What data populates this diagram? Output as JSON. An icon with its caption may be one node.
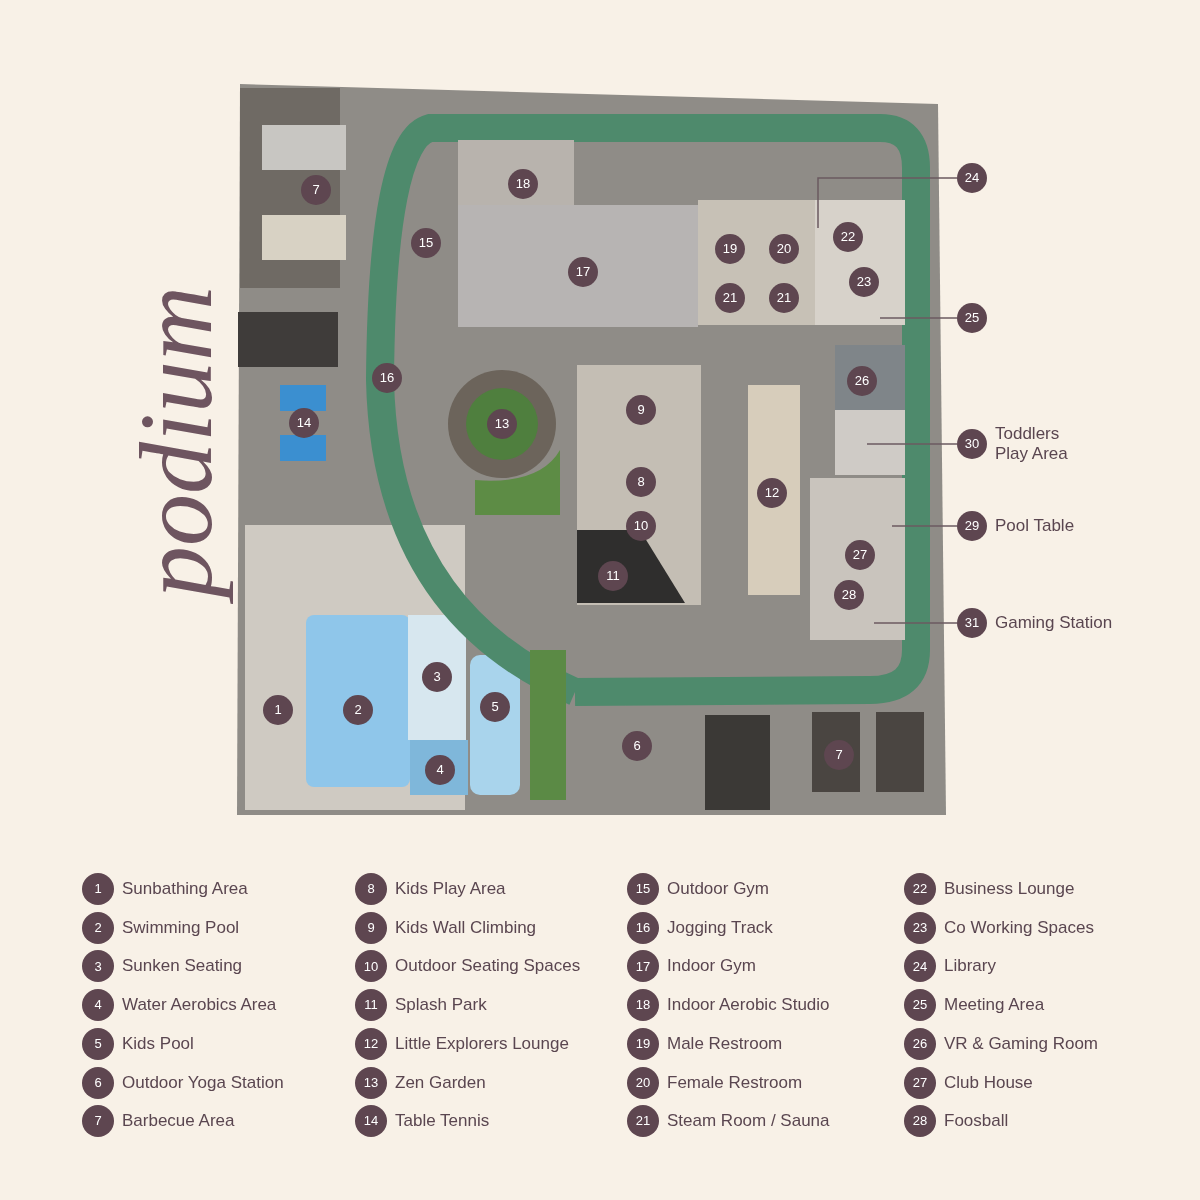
{
  "diagram": {
    "title": "podium",
    "nodes": [
      {
        "text": [
          "7"
        ]
      },
      {
        "text": [
          "18"
        ]
      },
      {
        "text": [
          "15"
        ]
      },
      {
        "text": [
          "17"
        ]
      },
      {
        "text": [
          "19"
        ]
      },
      {
        "text": [
          "20"
        ]
      },
      {
        "text": [
          "22"
        ]
      },
      {
        "text": [
          "21"
        ]
      },
      {
        "text": [
          "21"
        ]
      },
      {
        "text": [
          "23"
        ]
      },
      {
        "text": [
          "24"
        ]
      },
      {
        "text": [
          "25"
        ]
      },
      {
        "text": [
          "16"
        ]
      },
      {
        "text": [
          "26"
        ]
      },
      {
        "text": [
          "9"
        ]
      },
      {
        "text": [
          "14"
        ]
      },
      {
        "text": [
          "13"
        ]
      },
      {
        "text": [
          "30"
        ],
        "beside": [
          "Toddlers Play Area"
        ]
      },
      {
        "text": [
          "8"
        ]
      },
      {
        "text": [
          "12"
        ]
      },
      {
        "text": [
          "10"
        ]
      },
      {
        "text": [
          "29"
        ],
        "beside": [
          "Pool Table"
        ]
      },
      {
        "text": [
          "27"
        ]
      },
      {
        "text": [
          "11"
        ]
      },
      {
        "text": [
          "28"
        ]
      },
      {
        "text": [
          "31"
        ],
        "beside": [
          "Gaming Station"
        ]
      },
      {
        "text": [
          "3"
        ]
      },
      {
        "text": [
          "5"
        ]
      },
      {
        "text": [
          "1"
        ]
      },
      {
        "text": [
          "2"
        ]
      },
      {
        "text": [
          "6"
        ]
      },
      {
        "text": [
          "7"
        ]
      },
      {
        "text": [
          "4"
        ]
      },
      {
        "text": [
          "1"
        ],
        "beside": [
          "Sunbathing Area"
        ]
      },
      {
        "text": [
          "2"
        ],
        "beside": [
          "Swimming Pool"
        ]
      },
      {
        "text": [
          "3"
        ],
        "beside": [
          "Sunken Seating"
        ]
      },
      {
        "text": [
          "4"
        ],
        "beside": [
          "Water Aerobics Area"
        ]
      },
      {
        "text": [
          "5"
        ],
        "beside": [
          "Kids Pool"
        ]
      },
      {
        "text": [
          "6"
        ],
        "beside": [
          "Outdoor Yoga Station"
        ]
      },
      {
        "text": [
          "7"
        ],
        "beside": [
          "Barbecue Area"
        ]
      },
      {
        "text": [
          "8"
        ],
        "beside": [
          "Kids Play Area"
        ]
      },
      {
        "text": [
          "9"
        ],
        "beside": [
          "Kids Wall Climbing"
        ]
      },
      {
        "text": [
          "10"
        ],
        "beside": [
          "Outdoor Seating Spaces"
        ]
      },
      {
        "text": [
          "11"
        ],
        "beside": [
          "Splash Park"
        ]
      },
      {
        "text": [
          "12"
        ],
        "beside": [
          "Little Explorers Lounge"
        ]
      },
      {
        "text": [
          "13"
        ],
        "beside": [
          "Zen Garden"
        ]
      },
      {
        "text": [
          "14"
        ],
        "beside": [
          "Table Tennis"
        ]
      },
      {
        "text": [
          "15"
        ],
        "beside": [
          "Outdoor Gym"
        ]
      },
      {
        "text": [
          "16"
        ],
        "beside": [
          "Jogging Track"
        ]
      },
      {
        "text": [
          "17"
        ],
        "beside": [
          "Indoor Gym"
        ]
      },
      {
        "text": [
          "18"
        ],
        "beside": [
          "Indoor Aerobic Studio"
        ]
      },
      {
        "text": [
          "19"
        ],
        "beside": [
          "Male Restroom"
        ]
      },
      {
        "text": [
          "20"
        ],
        "beside": [
          "Female Restroom"
        ]
      },
      {
        "text": [
          "21"
        ],
        "beside": [
          "Steam Room / Sauna"
        ]
      },
      {
        "text": [
          "22"
        ],
        "beside": [
          "Business Lounge"
        ]
      },
      {
        "text": [
          "23"
        ],
        "beside": [
          "Co Working Spaces"
        ]
      },
      {
        "text": [
          "24"
        ],
        "beside": [
          "Library"
        ]
      },
      {
        "text": [
          "25"
        ],
        "beside": [
          "Meeting Area"
        ]
      },
      {
        "text": [
          "26"
        ],
        "beside": [
          "VR & Gaming Room"
        ]
      },
      {
        "text": [
          "27"
        ],
        "beside": [
          "Club House"
        ]
      },
      {
        "text": [
          "28"
        ],
        "beside": [
          "Foosball"
        ]
      }
    ],
    "edges": [
      {
        "from": 10,
        "to": null,
        "arrow": "none"
      },
      {
        "from": 11,
        "to": null,
        "arrow": "none"
      },
      {
        "from": 17,
        "to": null,
        "arrow": "none"
      },
      {
        "from": 21,
        "to": null,
        "arrow": "none"
      },
      {
        "from": 25,
        "to": null,
        "arrow": "none"
      }
    ]
  }
}
